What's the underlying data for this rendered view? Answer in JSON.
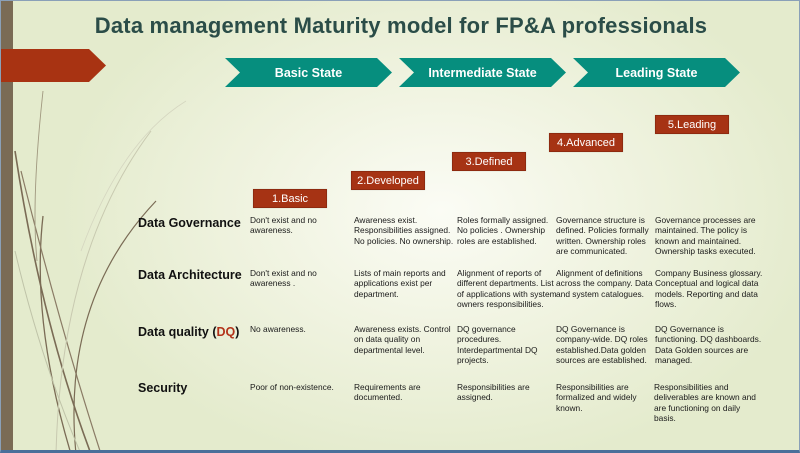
{
  "title": "Data management Maturity model for FP&A professionals",
  "states": [
    {
      "label": "Basic State"
    },
    {
      "label": "Intermediate State"
    },
    {
      "label": "Leading State"
    }
  ],
  "levels": [
    {
      "label": "1.Basic"
    },
    {
      "label": "2.Developed"
    },
    {
      "label": "3.Defined"
    },
    {
      "label": "4.Advanced"
    },
    {
      "label": "5.Leading"
    }
  ],
  "rows": [
    {
      "label": "Data Governance",
      "cells": [
        "Don't exist and no awareness.",
        "Awareness exist. Responsibilities assigned. No policies. No ownership.",
        "Roles formally assigned. No policies . Ownership roles are established.",
        "Governance structure is defined. Policies formally written. Ownership roles are communicated.",
        "Governance processes are maintained. The policy is known and maintained. Ownership tasks executed."
      ]
    },
    {
      "label": "Data Architecture",
      "cells": [
        "Don't exist and no awareness .",
        "Lists of main reports and applications exist per department.",
        "Alignment of reports of different departments. List of applications with system owners responsibilities.",
        "Alignment of definitions across the company. Data and system catalogues.",
        "Company Business glossary. Conceptual and logical data models. Reporting and data flows."
      ]
    },
    {
      "label_prefix": "Data quality (",
      "label_highlight": "DQ",
      "label_suffix": ")",
      "cells": [
        "No awareness.",
        "Awareness exists. Control on data quality on departmental level.",
        "DQ governance procedures. Interdepartmental DQ projects.",
        "DQ Governance is company-wide. DQ roles established.Data golden sources are established.",
        "DQ Governance is functioning. DQ dashboards. Data Golden sources are managed."
      ]
    },
    {
      "label": "Security",
      "cells": [
        "Poor of non-existence.",
        "Requirements are documented.",
        "Responsibilities are assigned.",
        "Responsibilities are formalized and widely known.",
        "Responsibilities and deliverables are known and are functioning on daily basis."
      ]
    }
  ],
  "colors": {
    "title": "#2b4d48",
    "chevron": "#068e7e",
    "level_box": "#a63314",
    "accent_red": "#a83312",
    "dq_highlight": "#b3331a",
    "left_bar": "#7a6b55"
  }
}
